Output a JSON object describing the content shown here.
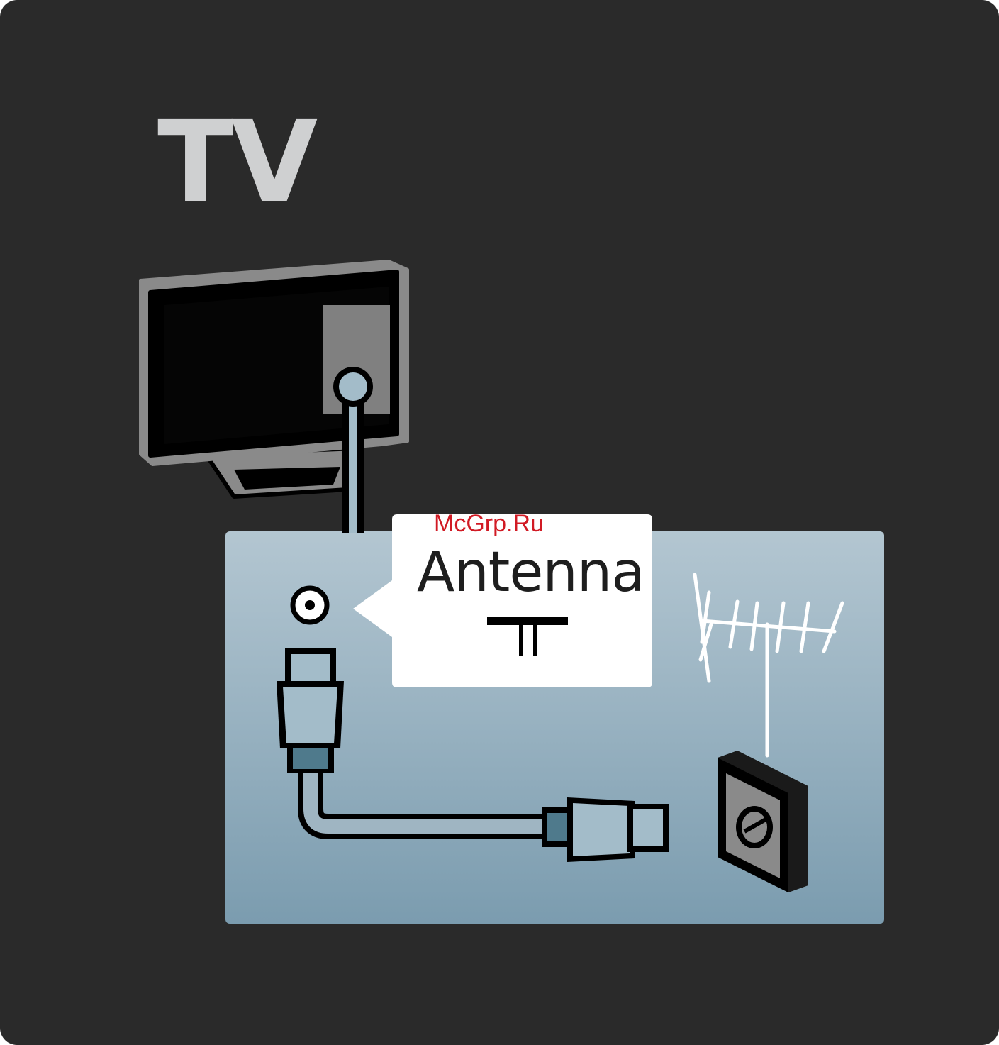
{
  "title": "TV",
  "watermark": "McGrp.Ru",
  "connector_label": "Antenna",
  "colors": {
    "background": "#2a2a2a",
    "panel": "#9fb5c2",
    "title": "#cfd0d1",
    "cable_plug": "#a3bcc9",
    "cable_core": "#4f7a8c",
    "callout": "#ffffff",
    "watermark": "#d11a24"
  },
  "icons": [
    "tv-icon",
    "antenna-input-icon",
    "antenna-symbol-icon",
    "coax-cable-icon",
    "roof-antenna-icon",
    "wall-socket-icon"
  ]
}
